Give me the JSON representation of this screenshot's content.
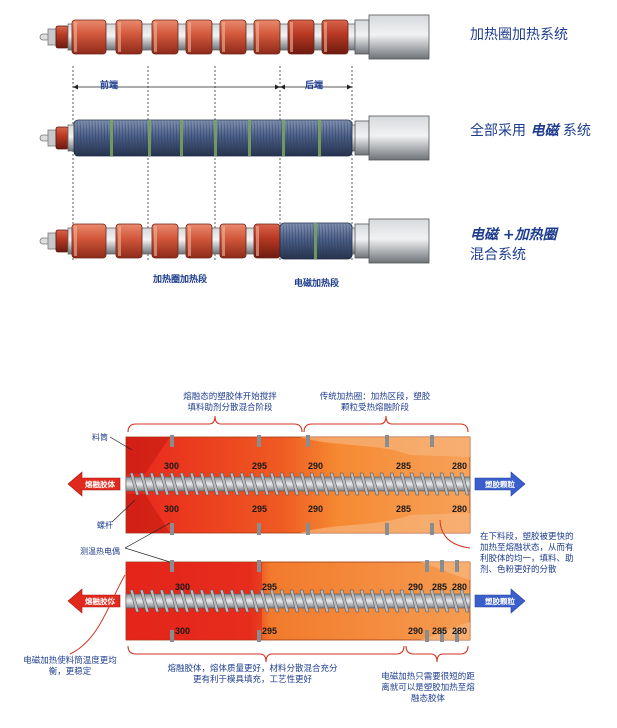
{
  "top": {
    "title_coil": "加热圈加热系统",
    "title_em_prefix": "全部采用",
    "title_em_bold": "电磁",
    "title_em_suffix": "系统",
    "title_mixed_line1_bold": "电磁 +加热圈",
    "title_mixed_line2": "混合系统",
    "front_label": "前端",
    "rear_label": "后端",
    "coil_segment_label": "加热圈加热段",
    "em_segment_label": "电磁加热段"
  },
  "bottom": {
    "note_top_left": "熔融态的塑胶体开始搅拌\n填料助剂分散混合阶段",
    "note_top_right": "传统加热圈：加热区段，塑胶\n颗粒受热熔融阶段",
    "label_barrel": "料筒",
    "label_screw": "螺杆",
    "label_thermo": "测温热电偶",
    "arrow_out": "熔融胶体",
    "arrow_in": "塑胶颗粒",
    "note_right": "在下料段，塑胶被更快的\n加热至熔融状态，从而有\n利胶体的均一，填料、助\n剂、色粉更好的分散",
    "note_bottom_left": "电磁加热使料筒温度更均\n衡，更稳定",
    "note_bottom_mid": "熔融胶体，熔体质量更好，材料分散混合充分\n更有利于模具填充，工艺性更好",
    "note_bottom_right": "电磁加热只需要很短的距\n离就可以是塑胶加热至熔\n融态胶体",
    "barrel1_top_temps": [
      "300",
      "295",
      "290",
      "285",
      "280"
    ],
    "barrel1_bot_temps": [
      "300",
      "295",
      "290",
      "285",
      "280"
    ],
    "barrel2_top_temps": [
      "300",
      "295",
      "290",
      "285",
      "280"
    ],
    "barrel2_bot_temps": [
      "300",
      "295",
      "290",
      "285",
      "280"
    ]
  },
  "colors": {
    "text_blue": "#1f3d8f",
    "coil_red": "#c9472f",
    "coil_dark": "#a93424",
    "em_blue": "#4a5f86",
    "em_green": "#7ba65e",
    "steel": "#9a9ea3",
    "hot_red": "#e8251c",
    "orange": "#f5892d",
    "light_orange": "#f8b06a",
    "arrow_red": "#e02a1e",
    "arrow_blue": "#3a5fcd"
  }
}
